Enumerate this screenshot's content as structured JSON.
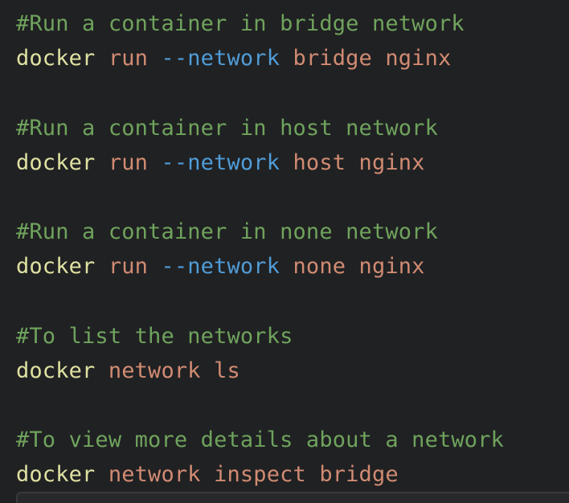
{
  "colors": {
    "background": "#202123",
    "comment": "#6fa35c",
    "command": "#dfe1a1",
    "argument": "#d18b72",
    "flag": "#4f9cd7",
    "next_block_fill": "#29292b",
    "next_block_border": "#3a3a3c"
  },
  "code": {
    "lines": [
      {
        "type": "comment",
        "text": "#Run a container in bridge network"
      },
      {
        "type": "code",
        "tokens": [
          {
            "text": "docker",
            "style": "command"
          },
          {
            "text": " run ",
            "style": "argument"
          },
          {
            "text": "--network",
            "style": "flag"
          },
          {
            "text": " bridge nginx",
            "style": "argument"
          }
        ]
      },
      {
        "type": "blank"
      },
      {
        "type": "comment",
        "text": "#Run a container in host network"
      },
      {
        "type": "code",
        "tokens": [
          {
            "text": "docker",
            "style": "command"
          },
          {
            "text": " run ",
            "style": "argument"
          },
          {
            "text": "--network",
            "style": "flag"
          },
          {
            "text": " host nginx",
            "style": "argument"
          }
        ]
      },
      {
        "type": "blank"
      },
      {
        "type": "comment",
        "text": "#Run a container in none network"
      },
      {
        "type": "code",
        "tokens": [
          {
            "text": "docker",
            "style": "command"
          },
          {
            "text": " run ",
            "style": "argument"
          },
          {
            "text": "--network",
            "style": "flag"
          },
          {
            "text": " none nginx",
            "style": "argument"
          }
        ]
      },
      {
        "type": "blank"
      },
      {
        "type": "comment",
        "text": "#To list the networks"
      },
      {
        "type": "code",
        "tokens": [
          {
            "text": "docker",
            "style": "command"
          },
          {
            "text": " network ls",
            "style": "argument"
          }
        ]
      },
      {
        "type": "blank"
      },
      {
        "type": "comment",
        "text": "#To view more details about a network"
      },
      {
        "type": "code",
        "tokens": [
          {
            "text": "docker",
            "style": "command"
          },
          {
            "text": " network inspect bridge",
            "style": "argument"
          }
        ]
      }
    ]
  }
}
